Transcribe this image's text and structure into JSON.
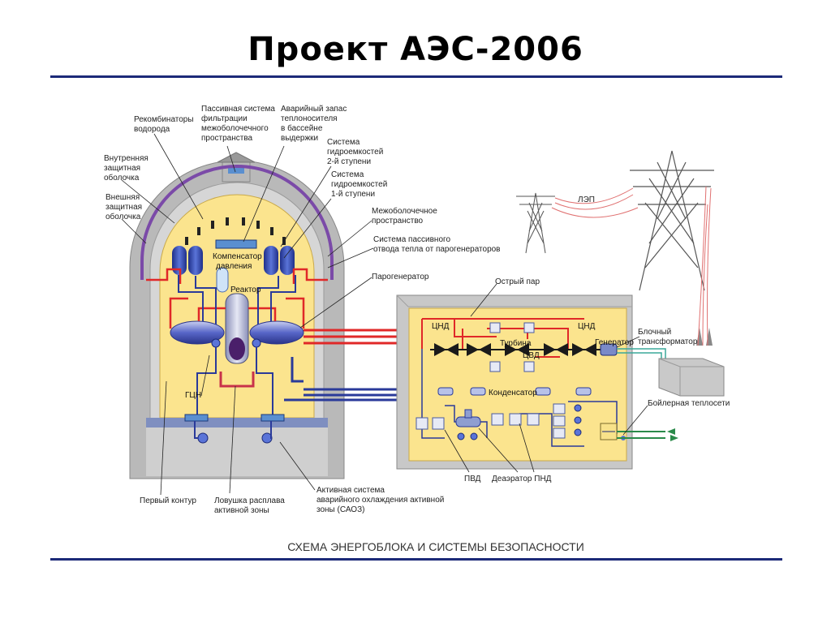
{
  "title": "Проект АЭС-2006",
  "caption": "СХЕМА ЭНЕРГОБЛОКА И СИСТЕМЫ БЕЗОПАСНОСТИ",
  "labels": {
    "recombiners": [
      "Рекомбинаторы",
      "водорода"
    ],
    "passive_filtration": [
      "Пассивная система",
      "фильтрации",
      "межоболочечного",
      "пространства"
    ],
    "emergency_reserve": [
      "Аварийный запас",
      "теплоносителя",
      "в бассейне",
      "выдержки"
    ],
    "hydro_tanks_2": [
      "Система",
      "гидроемкостей",
      "2-й ступени"
    ],
    "hydro_tanks_1": [
      "Система",
      "гидроемкостей",
      "1-й ступени"
    ],
    "inner_shell": [
      "Внутренняя",
      "защитная",
      "оболочка"
    ],
    "outer_shell": [
      "Внешняя",
      "защитная",
      "оболочка"
    ],
    "interspace": [
      "Межоболочечное",
      "пространство"
    ],
    "passive_heat_removal": [
      "Система пассивного",
      "отвода тепла от парогенераторов"
    ],
    "steam_generator": "Парогенератор",
    "live_steam": "Острый пар",
    "pressurizer": [
      "Компенсатор",
      "давления"
    ],
    "reactor": "Реактор",
    "mcp": "ГЦН",
    "lpc_left": "ЦНД",
    "lpc_right": "ЦНД",
    "turbine": "Турбина",
    "hpc": "ЦВД",
    "generator": "Генератор",
    "condenser": "Конденсатор",
    "power_line": "ЛЭП",
    "unit_transformer": [
      "Блочный",
      "трансформатор"
    ],
    "boiler_heating": "Бойлерная теплосети",
    "hpp": "ПВД",
    "deaerator_lpp": "Деаэратор ПНД",
    "primary_circuit": "Первый контур",
    "core_catcher": [
      "Ловушка расплава",
      "активной зоны"
    ],
    "eccs": [
      "Активная система",
      "аварийного охлаждения активной",
      "зоны (САОЗ)"
    ]
  },
  "colors": {
    "rule": "#1c2a78",
    "hot_pipe": "#e02828",
    "cold_pipe": "#2a3a9a",
    "containment": "#b9b9b9",
    "inner_zone": "#fbe48e",
    "purple_shell": "#7b4aa8"
  }
}
